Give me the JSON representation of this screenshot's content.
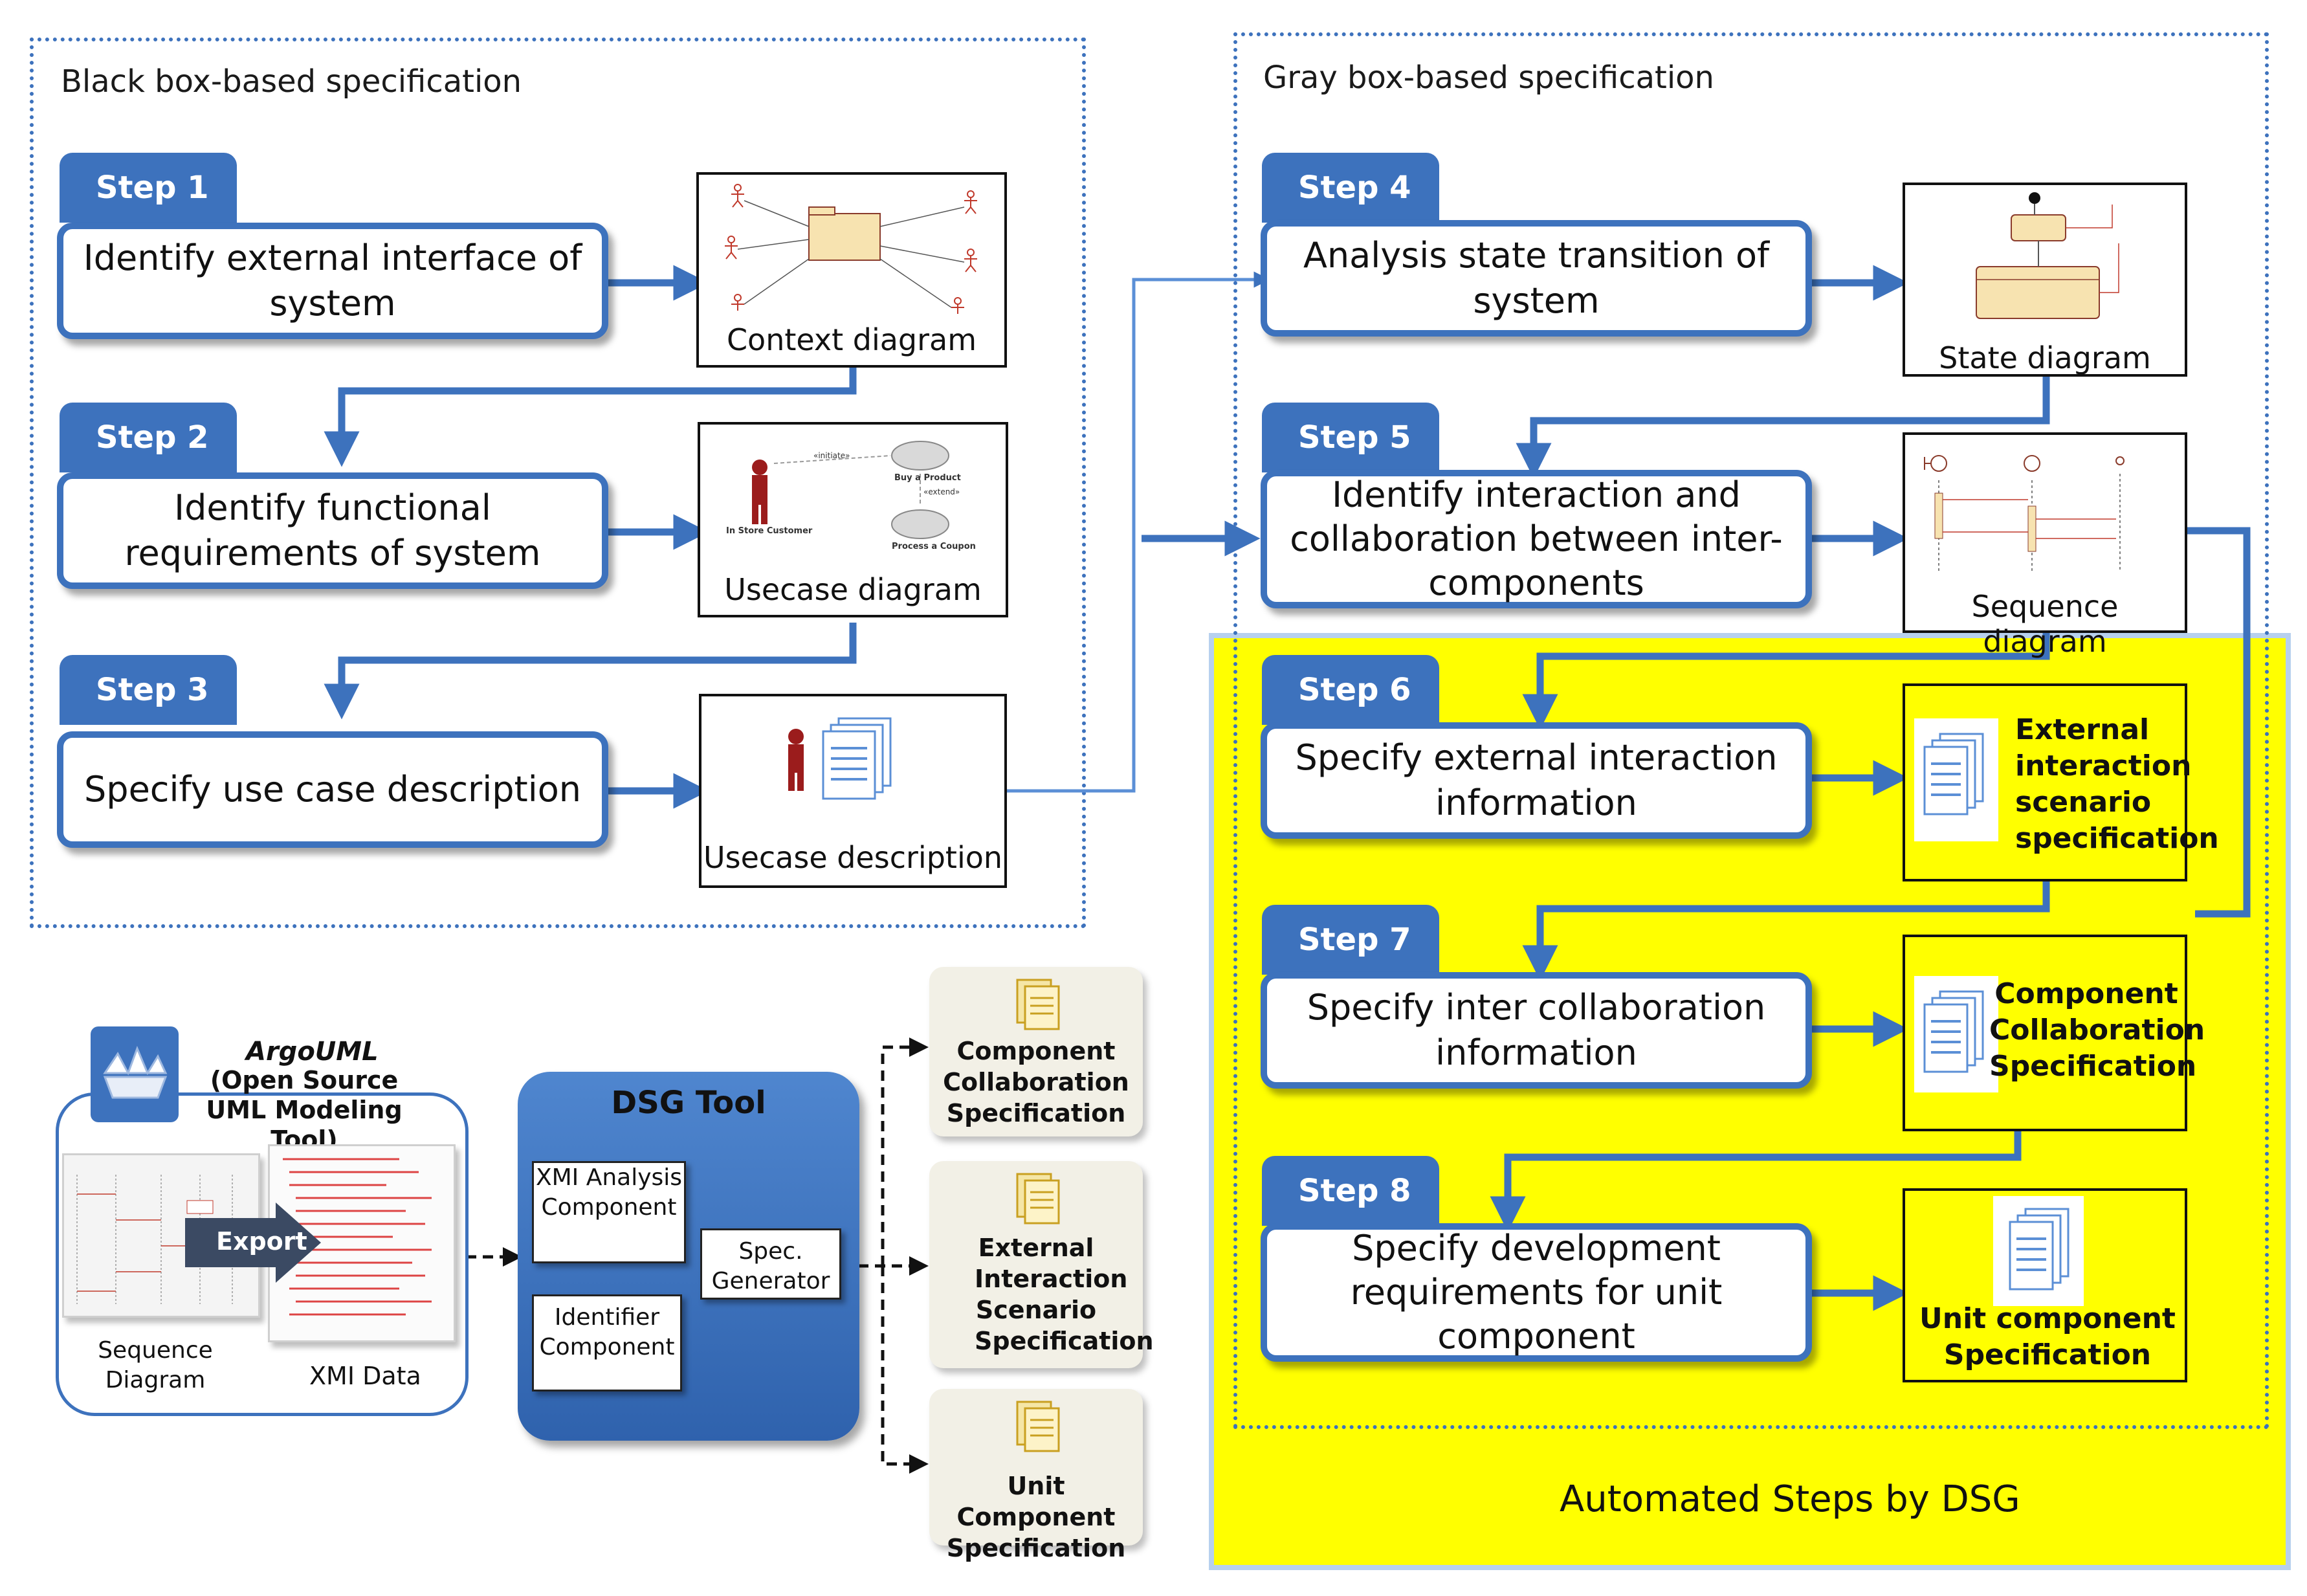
{
  "black_box": {
    "title": "Black box-based specification"
  },
  "gray_box": {
    "title": "Gray box-based specification"
  },
  "automated": {
    "label": "Automated Steps by DSG"
  },
  "steps": [
    {
      "tab": "Step 1",
      "text": "Identify external interface of system",
      "artifact": "Context  diagram"
    },
    {
      "tab": "Step 2",
      "text": "Identify functional requirements of system",
      "artifact": "Usecase diagram"
    },
    {
      "tab": "Step 3",
      "text": "Specify use case description",
      "artifact": "Usecase description"
    },
    {
      "tab": "Step 4",
      "text": "Analysis state transition of system",
      "artifact": "State diagram"
    },
    {
      "tab": "Step 5",
      "text": "Identify interaction and collaboration between inter-components",
      "artifact": "Sequence  diagram"
    },
    {
      "tab": "Step 6",
      "text": "Specify external interaction information",
      "artifact": "External interaction scenario specification"
    },
    {
      "tab": "Step 7",
      "text": "Specify inter collaboration information",
      "artifact": "Component Collaboration Specification"
    },
    {
      "tab": "Step 8",
      "text": "Specify development requirements for unit component",
      "artifact": "Unit component Specification"
    }
  ],
  "usecase_diagram": {
    "actor": "In Store Customer",
    "uc1": "Buy a Product",
    "uc2": "Process a Coupon",
    "rel1": "«initiate»",
    "rel2": "«extend»"
  },
  "argo": {
    "name": "ArgoUML",
    "subtitle": "(Open Source UML Modeling Tool)",
    "export": "Export",
    "seq_label": "Sequence Diagram",
    "xmi_label": "XMI Data"
  },
  "dsg": {
    "title": "DSG Tool",
    "xmi_analysis": "XMI Analysis Component",
    "identifier": "Identifier Component",
    "spec_gen": "Spec. Generator"
  },
  "outputs": [
    "Component Collaboration Specification",
    "External Interaction Scenario Specification",
    "Unit Component Specification"
  ],
  "colors": {
    "accent": "#3d72bd",
    "highlight": "#ffff00"
  }
}
